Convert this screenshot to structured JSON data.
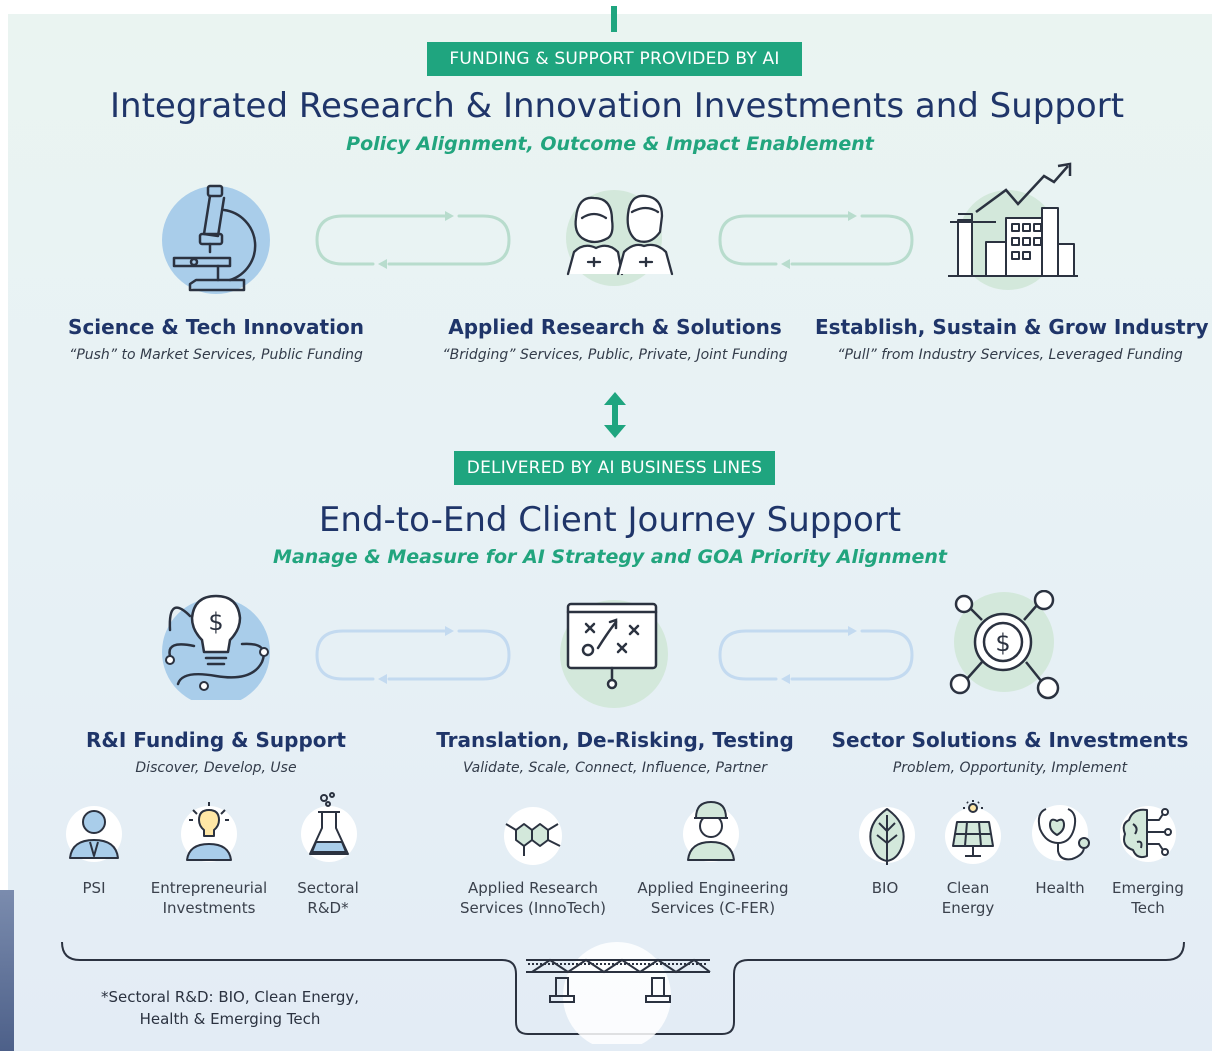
{
  "top": {
    "banner": "FUNDING & SUPPORT PROVIDED BY AI",
    "title": "Integrated Research & Innovation Investments and Support",
    "subtitle": "Policy Alignment, Outcome & Impact Enablement",
    "columns": [
      {
        "title": "Science & Tech Innovation",
        "subtitle": "“Push” to Market Services, Public Funding",
        "icon": "microscope-icon"
      },
      {
        "title": "Applied Research & Solutions",
        "subtitle": "“Bridging” Services, Public, Private, Joint Funding",
        "icon": "researchers-icon"
      },
      {
        "title": "Establish, Sustain & Grow Industry",
        "subtitle": "“Pull” from Industry Services, Leveraged Funding",
        "icon": "industry-growth-icon"
      }
    ]
  },
  "bottom": {
    "banner": "DELIVERED BY AI BUSINESS LINES",
    "title": "End-to-End Client Journey Support",
    "subtitle": "Manage & Measure for AI Strategy and GOA Priority Alignment",
    "columns": [
      {
        "title": "R&I Funding & Support",
        "subtitle": "Discover, Develop, Use",
        "icon": "funding-lightbulb-icon"
      },
      {
        "title": "Translation, De-Risking, Testing",
        "subtitle": "Validate, Scale, Connect, Influence, Partner",
        "icon": "strategy-board-icon"
      },
      {
        "title": "Sector Solutions & Investments",
        "subtitle": "Problem, Opportunity, Implement",
        "icon": "investment-network-icon"
      }
    ],
    "items": [
      {
        "label": "PSI",
        "icon": "person-icon"
      },
      {
        "label": "Entrepreneurial\nInvestments",
        "icon": "entrepreneur-idea-icon"
      },
      {
        "label": "Sectoral\nR&D*",
        "icon": "flask-icon"
      },
      {
        "label": "Applied Research\nServices (InnoTech)",
        "icon": "molecule-icon"
      },
      {
        "label": "Applied Engineering\nServices (C-FER)",
        "icon": "engineer-icon"
      },
      {
        "label": "BIO",
        "icon": "leaf-icon"
      },
      {
        "label": "Clean\nEnergy",
        "icon": "solar-panel-icon"
      },
      {
        "label": "Health",
        "icon": "stethoscope-icon"
      },
      {
        "label": "Emerging\nTech",
        "icon": "brain-circuit-icon"
      }
    ]
  },
  "footnote": "*Sectoral R&D: BIO, Clean Energy,\nHealth & Emerging Tech",
  "colors": {
    "accent_green": "#1fa57f",
    "navy": "#1f3569",
    "icon_blue": "#a9cdea",
    "icon_green": "#d3e8db"
  }
}
